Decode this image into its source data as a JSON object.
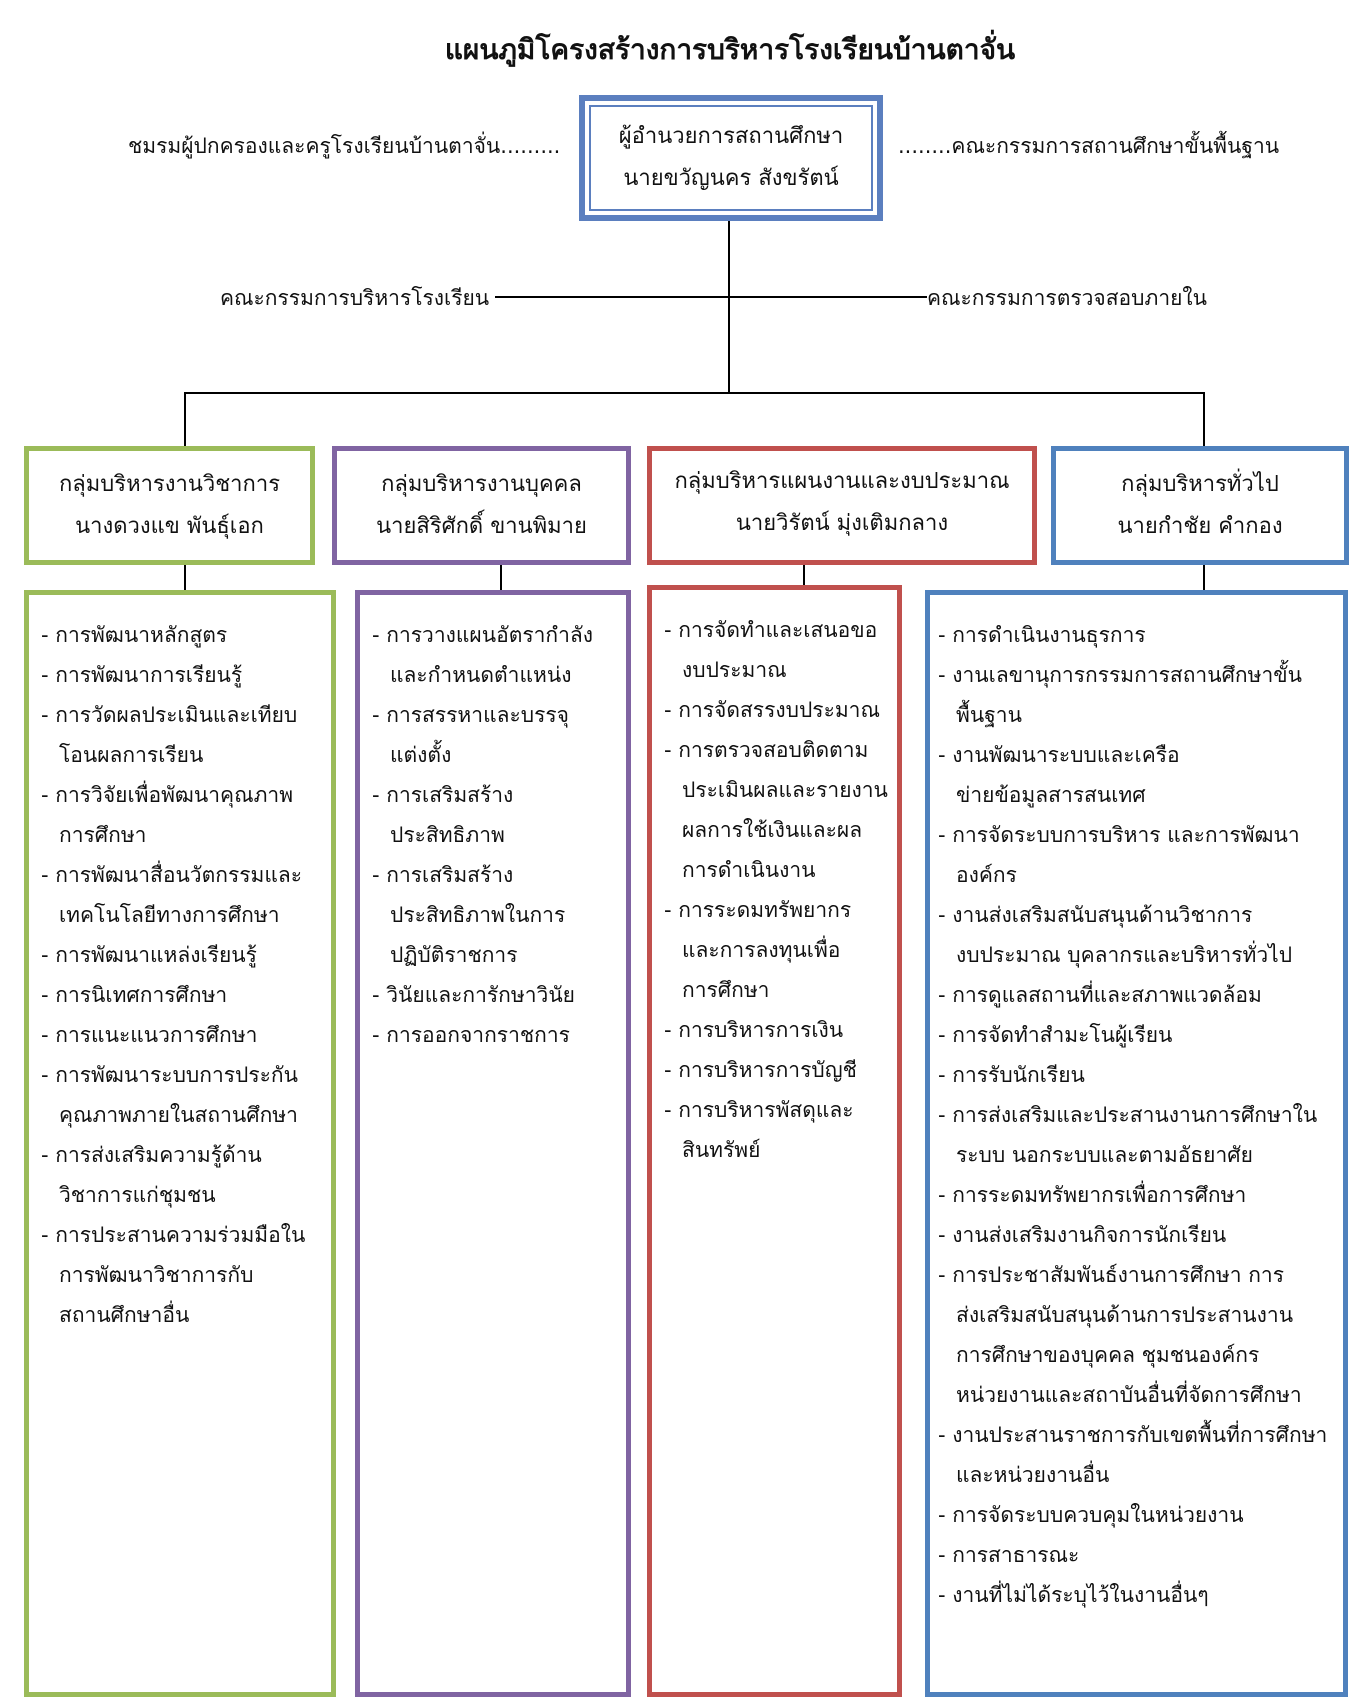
{
  "title": "แผนภูมิโครงสร้างการบริหารโรงเรียนบ้านตาจั่น",
  "left_note": "ชมรมผู้ปกครองและครูโรงเรียนบ้านตาจั่น.........",
  "right_note": "........คณะกรรมการสถานศึกษาขั้นพื้นฐาน",
  "director": {
    "role": "ผู้อำนวยการสถานศึกษา",
    "name": "นายขวัญนคร  สังขรัตน์"
  },
  "committees": {
    "left": "คณะกรรมการบริหารโรงเรียน",
    "right": "คณะกรรมการตรวจสอบภายใน"
  },
  "colors": {
    "academic": "#9bbb59",
    "personnel": "#8064a2",
    "budget": "#c0504d",
    "general": "#4f81bd"
  },
  "groups": [
    {
      "title": "กลุ่มบริหารงานวิชาการ",
      "head": "นางดวงแข  พันธุ์เอก",
      "items": [
        "การพัฒนาหลักสูตร",
        "การพัฒนาการเรียนรู้",
        "การวัดผลประเมินและเทียบ\nโอนผลการเรียน",
        "การวิจัยเพื่อพัฒนาคุณภาพ\nการศึกษา",
        "การพัฒนาสื่อนวัตกรรมและ\nเทคโนโลยีทางการศึกษา",
        "การพัฒนาแหล่งเรียนรู้",
        "การนิเทศการศึกษา",
        "การแนะแนวการศึกษา",
        "การพัฒนาระบบการประกัน\nคุณภาพภายในสถานศึกษา",
        "การส่งเสริมความรู้ด้าน\nวิชาการแก่ชุมชน",
        "การประสานความร่วมมือใน\nการพัฒนาวิชาการกับ\nสถานศึกษาอื่น"
      ]
    },
    {
      "title": "กลุ่มบริหารงานบุคคล",
      "head": "นายสิริศักดิ์  ขานพิมาย",
      "items": [
        "การวางแผนอัตรากำลัง\nและกำหนดตำแหน่ง",
        "การสรรหาและบรรจุ\nแต่งตั้ง",
        "การเสริมสร้าง\nประสิทธิภาพ",
        "การเสริมสร้าง\nประสิทธิภาพในการ\nปฏิบัติราชการ",
        "วินัยและการักษาวินัย",
        "การออกจากราชการ"
      ]
    },
    {
      "title": "กลุ่มบริหารแผนงานและงบประมาณ",
      "head": "นายวิรัตน์ มุ่งเติมกลาง",
      "items": [
        "การจัดทำและเสนอขอ\nงบประมาณ",
        "การจัดสรรงบประมาณ",
        "การตรวจสอบติดตาม\nประเมินผลและรายงาน\nผลการใช้เงินและผล\nการดำเนินงาน",
        "การระดมทรัพยากร\nและการลงทุนเพื่อ\nการศึกษา",
        "การบริหารการเงิน",
        "การบริหารการบัญชี",
        "การบริหารพัสดุและ\nสินทรัพย์"
      ]
    },
    {
      "title": "กลุ่มบริหารทั่วไป",
      "head": "นายกำชัย  คำกอง",
      "items": [
        "การดำเนินงานธุรการ",
        "งานเลขานุการกรรมการสถานศึกษาขั้น\nพื้นฐาน",
        "งานพัฒนาระบบและเครือ\nข่ายข้อมูลสารสนเทศ",
        "การจัดระบบการบริหาร และการพัฒนา\nองค์กร",
        "งานส่งเสริมสนับสนุนด้านวิชาการ\nงบประมาณ บุคลากรและบริหารทั่วไป",
        "การดูแลสถานที่และสภาพแวดล้อม",
        "การจัดทำสำมะโนผู้เรียน",
        "การรับนักเรียน",
        "การส่งเสริมและประสานงานการศึกษาใน\nระบบ นอกระบบและตามอัธยาศัย",
        "การระดมทรัพยากรเพื่อการศึกษา",
        "งานส่งเสริมงานกิจการนักเรียน",
        "การประชาสัมพันธ์งานการศึกษา การ\nส่งเสริมสนับสนุนด้านการประสานงาน\nการศึกษาของบุคคล ชุมชนองค์กร\nหน่วยงานและสถาบันอื่นที่จัดการศึกษา",
        "งานประสานราชการกับเขตพื้นที่การศึกษา\nและหน่วยงานอื่น",
        "การจัดระบบควบคุมในหน่วยงาน",
        "การสาธารณะ",
        "งานที่ไม่ได้ระบุไว้ในงานอื่นๆ"
      ]
    }
  ]
}
